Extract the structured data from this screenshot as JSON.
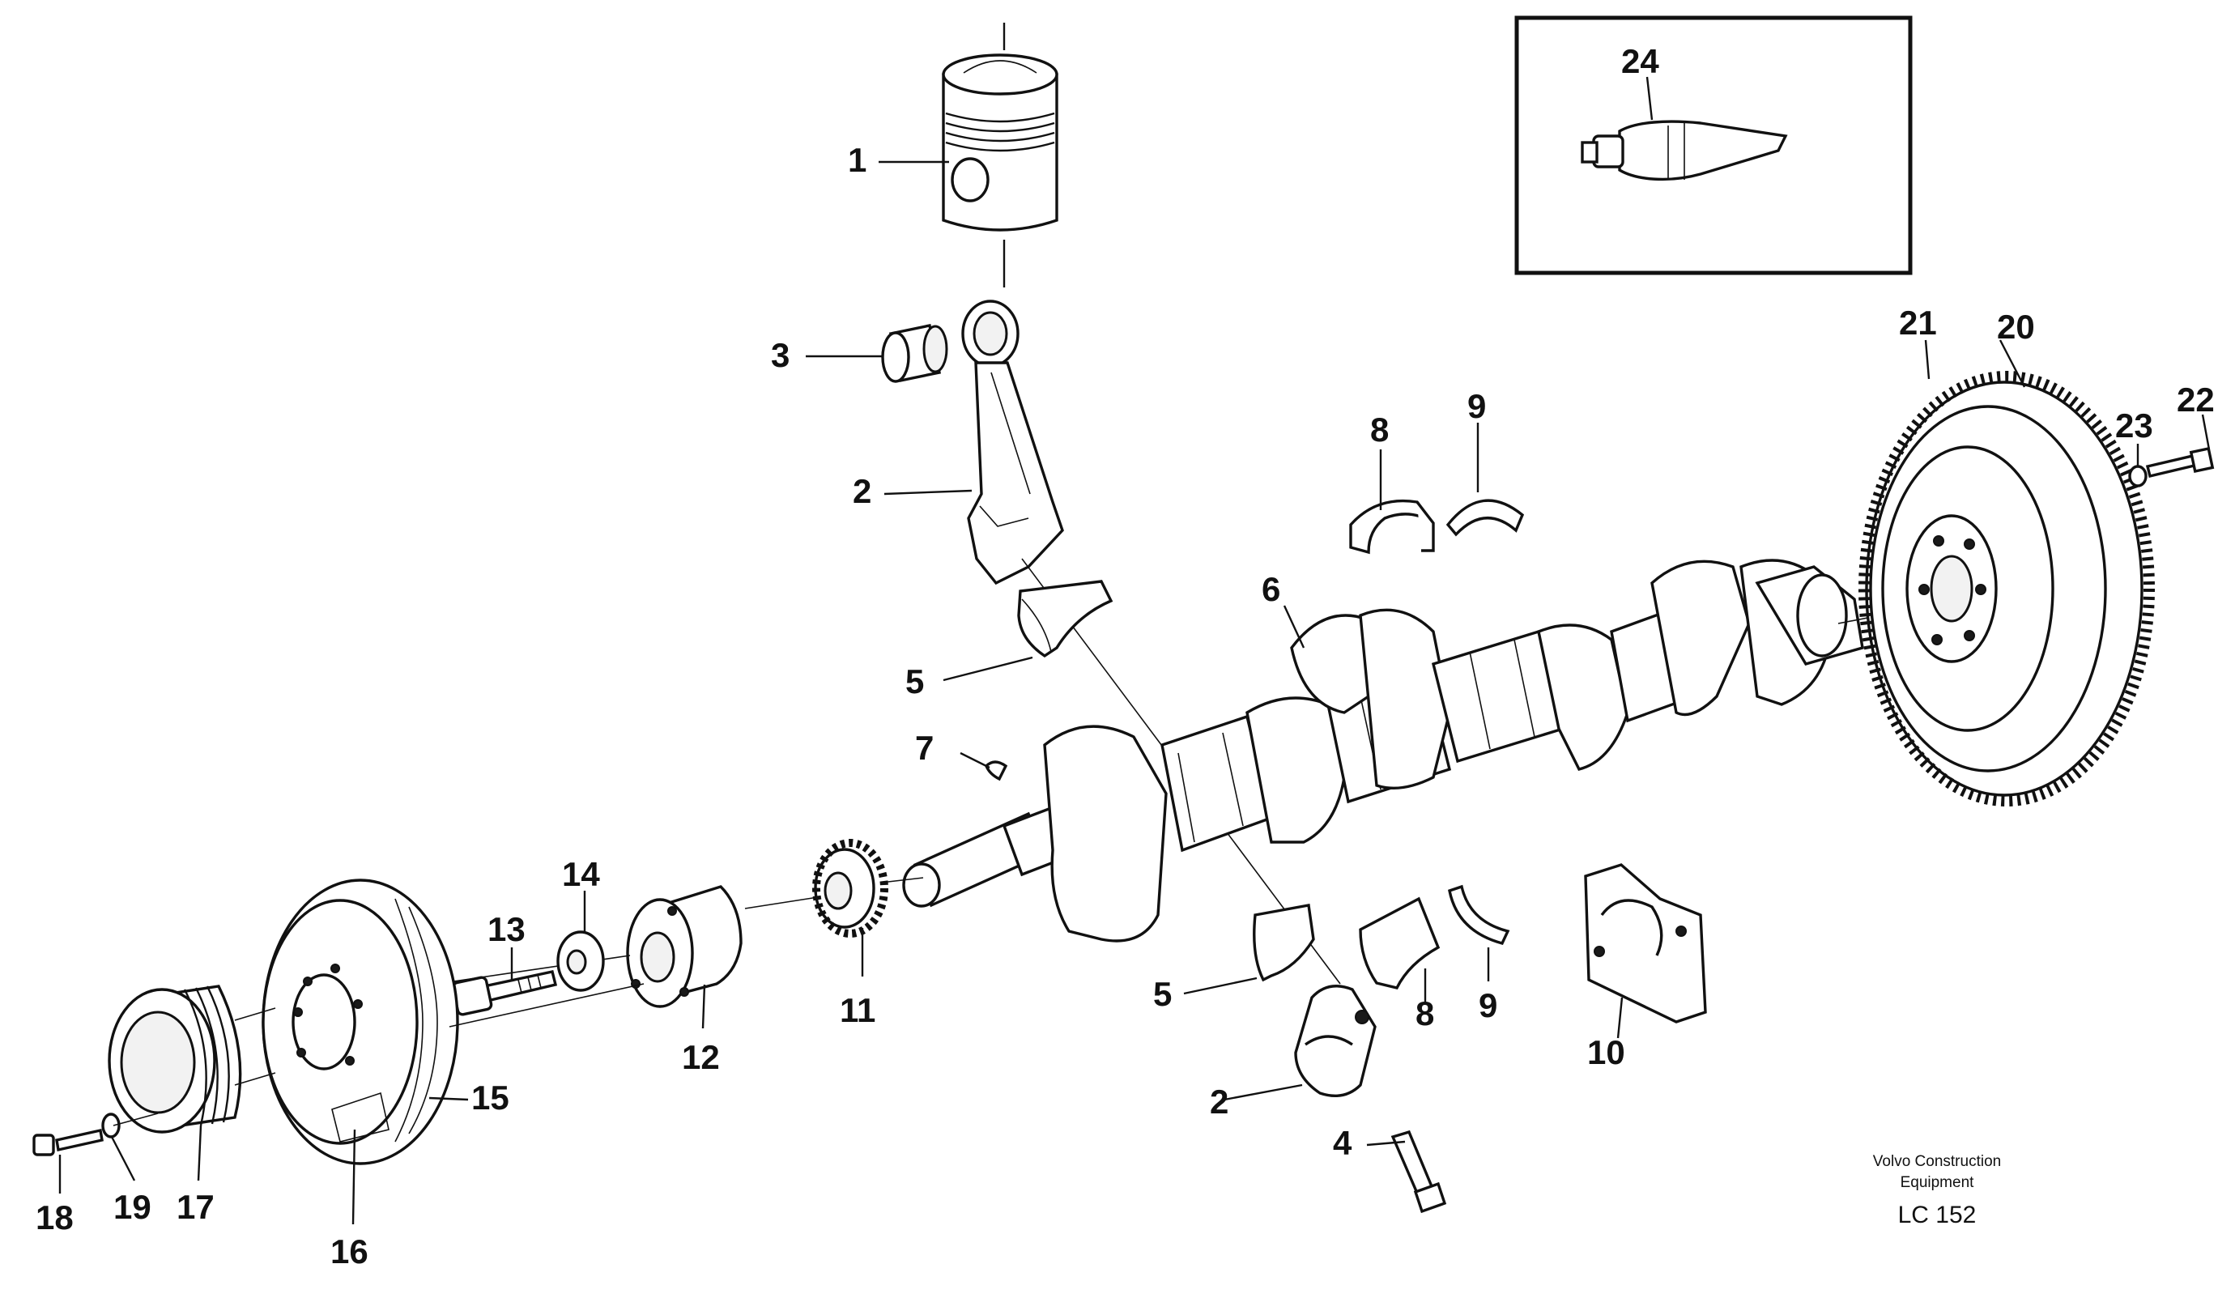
{
  "diagram": {
    "callouts": [
      {
        "id": "c1",
        "text": "1"
      },
      {
        "id": "c2a",
        "text": "2"
      },
      {
        "id": "c2b",
        "text": "2"
      },
      {
        "id": "c3",
        "text": "3"
      },
      {
        "id": "c4",
        "text": "4"
      },
      {
        "id": "c5a",
        "text": "5"
      },
      {
        "id": "c5b",
        "text": "5"
      },
      {
        "id": "c6",
        "text": "6"
      },
      {
        "id": "c7",
        "text": "7"
      },
      {
        "id": "c8a",
        "text": "8"
      },
      {
        "id": "c8b",
        "text": "8"
      },
      {
        "id": "c9a",
        "text": "9"
      },
      {
        "id": "c9b",
        "text": "9"
      },
      {
        "id": "c10",
        "text": "10"
      },
      {
        "id": "c11",
        "text": "11"
      },
      {
        "id": "c12",
        "text": "12"
      },
      {
        "id": "c13",
        "text": "13"
      },
      {
        "id": "c14",
        "text": "14"
      },
      {
        "id": "c15",
        "text": "15"
      },
      {
        "id": "c16",
        "text": "16"
      },
      {
        "id": "c17",
        "text": "17"
      },
      {
        "id": "c18",
        "text": "18"
      },
      {
        "id": "c19",
        "text": "19"
      },
      {
        "id": "c20",
        "text": "20"
      },
      {
        "id": "c21",
        "text": "21"
      },
      {
        "id": "c22",
        "text": "22"
      },
      {
        "id": "c23",
        "text": "23"
      },
      {
        "id": "c24",
        "text": "24"
      }
    ]
  },
  "footer": {
    "brand_line1": "Volvo Construction",
    "brand_line2": "Equipment",
    "code": "LC 152"
  }
}
